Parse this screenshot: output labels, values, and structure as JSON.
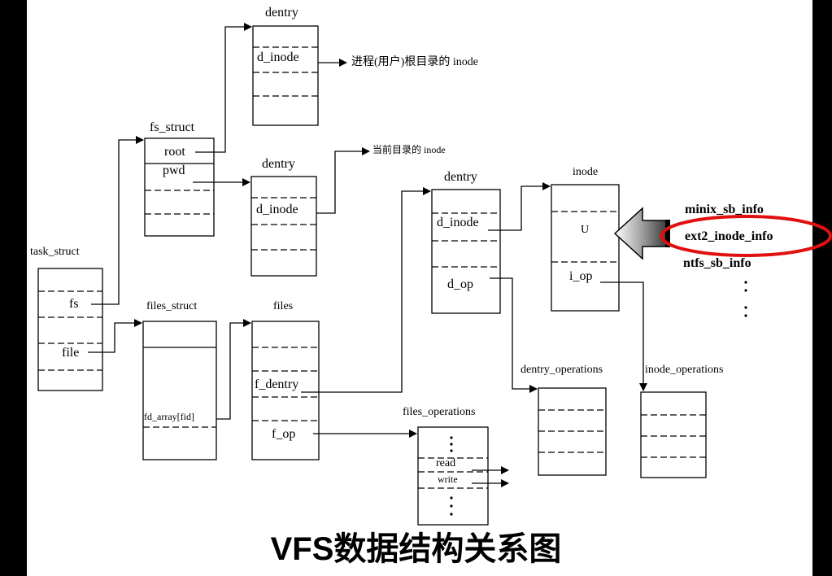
{
  "title": "VFS数据结构关系图",
  "structs": {
    "task_struct": {
      "name": "task_struct",
      "fields": [
        "fs",
        "file"
      ]
    },
    "fs_struct": {
      "name": "fs_struct",
      "fields": [
        "root",
        "pwd"
      ]
    },
    "files_struct": {
      "name": "files_struct",
      "fields": [
        "fd_array[fid]"
      ]
    },
    "files": {
      "name": "files",
      "fields": [
        "f_dentry",
        "f_op"
      ]
    },
    "files_operations": {
      "name": "files_operations",
      "fields": [
        "read",
        "write"
      ]
    },
    "dentry_root": {
      "name": "dentry",
      "fields": [
        "d_inode"
      ]
    },
    "dentry_pwd": {
      "name": "dentry",
      "fields": [
        "d_inode"
      ]
    },
    "dentry_file": {
      "name": "dentry",
      "fields": [
        "d_inode",
        "d_op"
      ]
    },
    "inode": {
      "name": "inode",
      "fields": [
        "U",
        "i_op"
      ]
    },
    "dentry_operations": {
      "name": "dentry_operations"
    },
    "inode_operations": {
      "name": "inode_operations"
    }
  },
  "notes": {
    "root_inode": "进程(用户)根目录的 inode",
    "cwd_inode": "当前目录的 inode"
  },
  "union_members": {
    "items": [
      "minix_sb_info",
      "ext2_inode_info",
      "ntfs_sb_info"
    ],
    "highlighted": "ext2_inode_info",
    "highlight_color": "#e01010"
  }
}
